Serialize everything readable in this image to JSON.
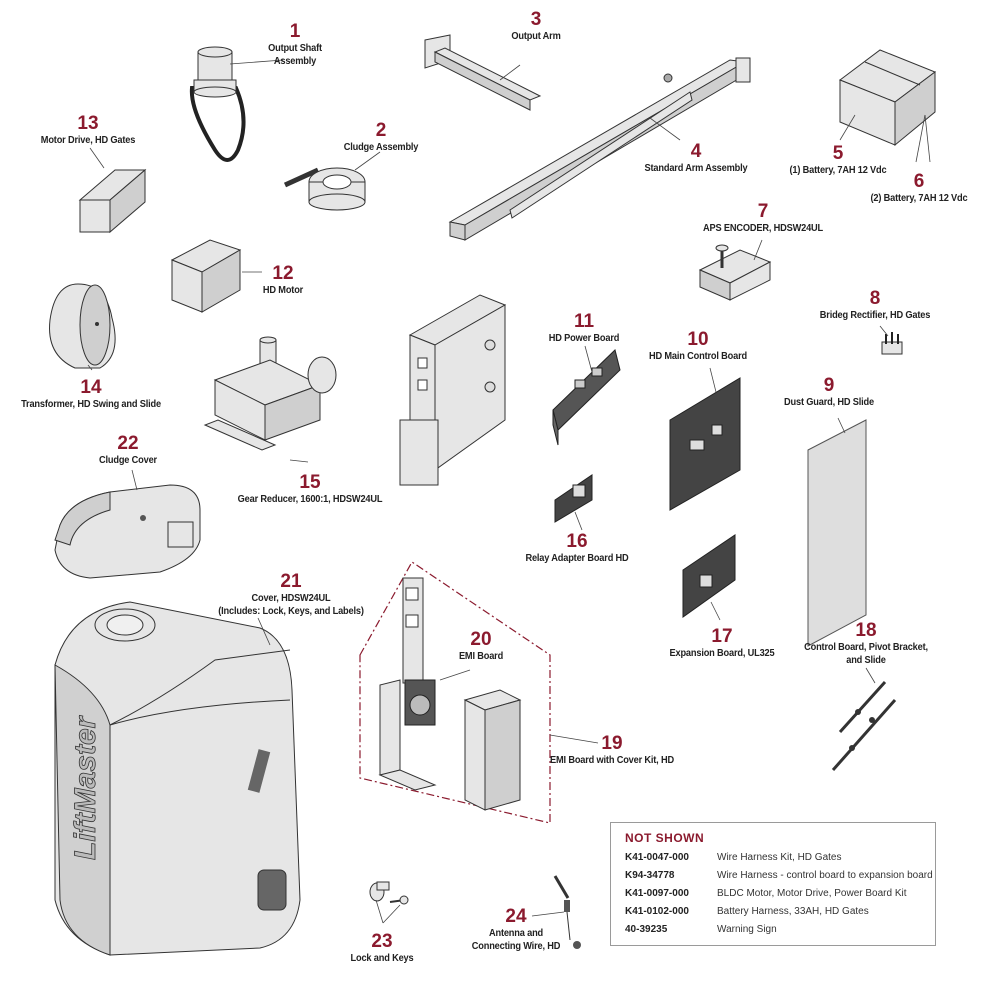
{
  "diagram": {
    "accent_color": "#8b1a2e",
    "brand_logo_text": "LiftMaster",
    "parts": [
      {
        "number": "1",
        "label": [
          "Output Shaft",
          "Assembly"
        ]
      },
      {
        "number": "2",
        "label": [
          "Cludge Assembly"
        ]
      },
      {
        "number": "3",
        "label": [
          "Output Arm"
        ]
      },
      {
        "number": "4",
        "label": [
          "Standard Arm Assembly"
        ]
      },
      {
        "number": "5",
        "label": [
          "(1) Battery, 7AH 12 Vdc"
        ]
      },
      {
        "number": "6",
        "label": [
          "(2) Battery, 7AH 12 Vdc"
        ]
      },
      {
        "number": "7",
        "label": [
          "APS ENCODER, HDSW24UL"
        ]
      },
      {
        "number": "8",
        "label": [
          "Brideg Rectifier, HD Gates"
        ]
      },
      {
        "number": "9",
        "label": [
          "Dust Guard, HD Slide"
        ]
      },
      {
        "number": "10",
        "label": [
          "HD Main Control Board"
        ]
      },
      {
        "number": "11",
        "label": [
          "HD Power Board"
        ]
      },
      {
        "number": "12",
        "label": [
          "HD Motor"
        ]
      },
      {
        "number": "13",
        "label": [
          "Motor Drive, HD Gates"
        ]
      },
      {
        "number": "14",
        "label": [
          "Transformer, HD Swing and Slide"
        ]
      },
      {
        "number": "15",
        "label": [
          "Gear Reducer, 1600:1, HDSW24UL"
        ]
      },
      {
        "number": "16",
        "label": [
          "Relay Adapter Board HD"
        ]
      },
      {
        "number": "17",
        "label": [
          "Expansion Board, UL325"
        ]
      },
      {
        "number": "18",
        "label": [
          "Control Board, Pivot Bracket,",
          "and Slide"
        ]
      },
      {
        "number": "19",
        "label": [
          "EMI Board with Cover Kit, HD"
        ]
      },
      {
        "number": "20",
        "label": [
          "EMI Board"
        ]
      },
      {
        "number": "21",
        "label": [
          "Cover, HDSW24UL",
          "(Includes: Lock, Keys, and Labels)"
        ]
      },
      {
        "number": "22",
        "label": [
          "Cludge Cover"
        ]
      },
      {
        "number": "23",
        "label": [
          "Lock and Keys"
        ]
      },
      {
        "number": "24",
        "label": [
          "Antenna and",
          "Connecting Wire, HD"
        ]
      }
    ]
  },
  "not_shown": {
    "title": "NOT SHOWN",
    "items": [
      {
        "code": "K41-0047-000",
        "description": "Wire Harness Kit, HD Gates"
      },
      {
        "code": "K94-34778",
        "description": "Wire Harness - control board to expansion board"
      },
      {
        "code": "K41-0097-000",
        "description": "BLDC Motor, Motor Drive, Power Board Kit"
      },
      {
        "code": "K41-0102-000",
        "description": "Battery Harness, 33AH, HD Gates"
      },
      {
        "code": "40-39235",
        "description": "Warning Sign"
      }
    ]
  }
}
